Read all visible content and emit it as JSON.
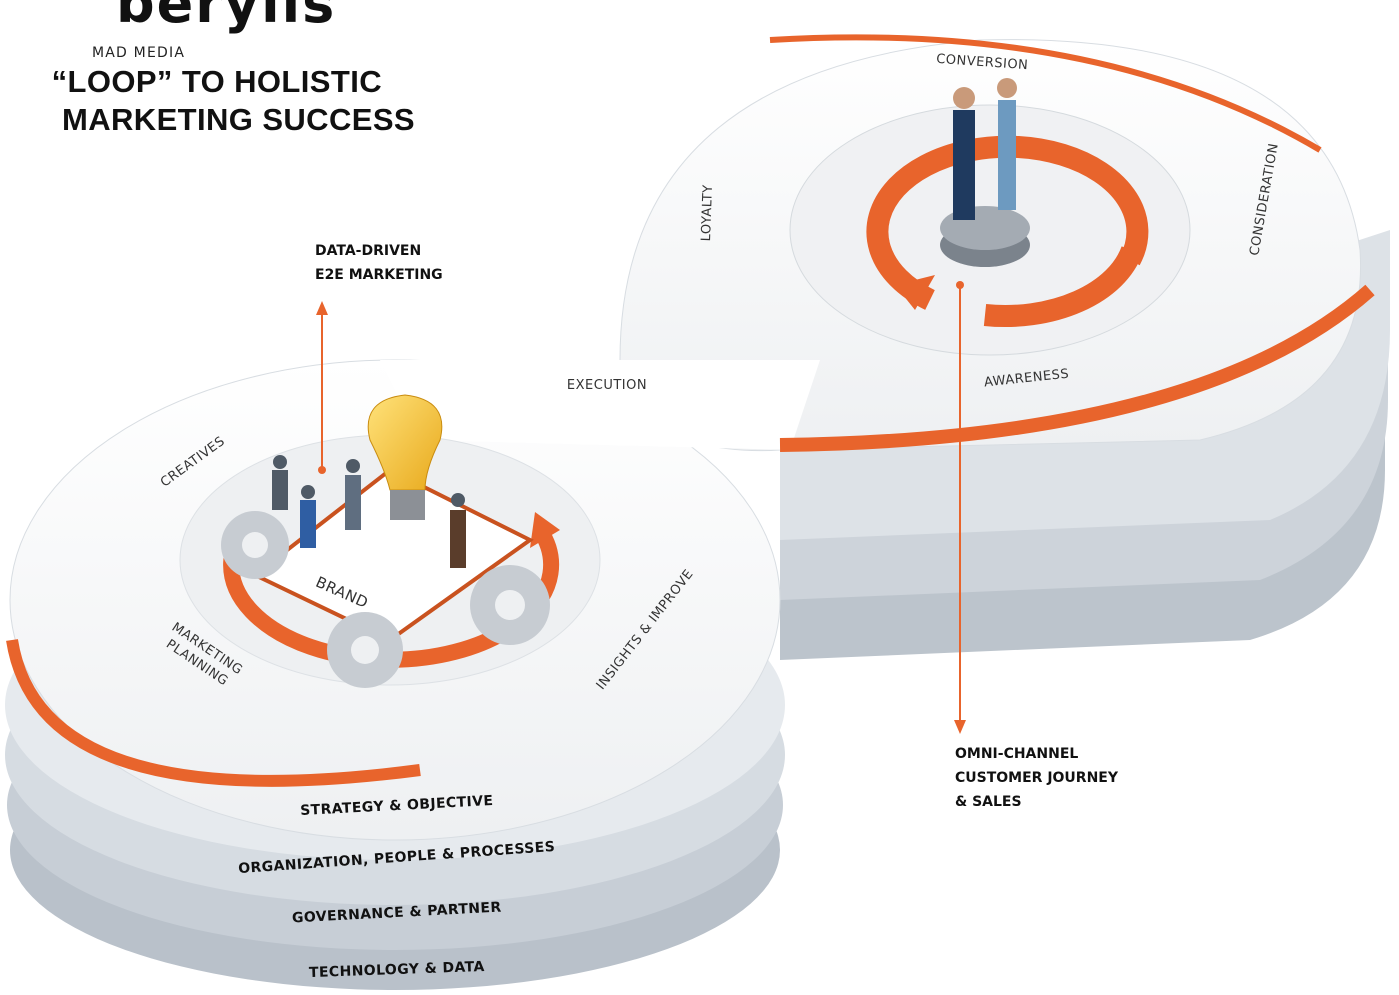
{
  "logo": {
    "wordmark": "berylls",
    "subtitle": "MAD MEDIA",
    "title_line1": "“LOOP” TO HOLISTIC",
    "title_line2": "MARKETING SUCCESS"
  },
  "callouts": {
    "data_driven": [
      "DATA-DRIVEN",
      "E2E MARKETING"
    ],
    "omni_channel": [
      "OMNI-CHANNEL",
      "CUSTOMER JOURNEY",
      "& SALES"
    ]
  },
  "loop_left": {
    "segments": {
      "creatives": "CREATIVES",
      "marketing_planning": [
        "MARKETING",
        "PLANNING"
      ],
      "insights": "INSIGHTS & IMPROVE"
    },
    "brand_label": "BRAND"
  },
  "execution_label": "EXECUTION",
  "loop_right": {
    "segments": {
      "conversion": "CONVERSION",
      "consideration": "CONSIDERATION",
      "awareness": "AWARENESS",
      "loyalty": "LOYALTY"
    }
  },
  "foundation_layers": [
    "STRATEGY & OBJECTIVE",
    "ORGANIZATION, PEOPLE & PROCESSES",
    "GOVERNANCE & PARTNER",
    "TECHNOLOGY & DATA"
  ],
  "colors": {
    "accent_orange": "#e8642c",
    "dark_orange": "#c9521f",
    "platform_white": "#f7f7f8",
    "layer_grey": "#c5ccd4",
    "text_dark": "#111111"
  }
}
